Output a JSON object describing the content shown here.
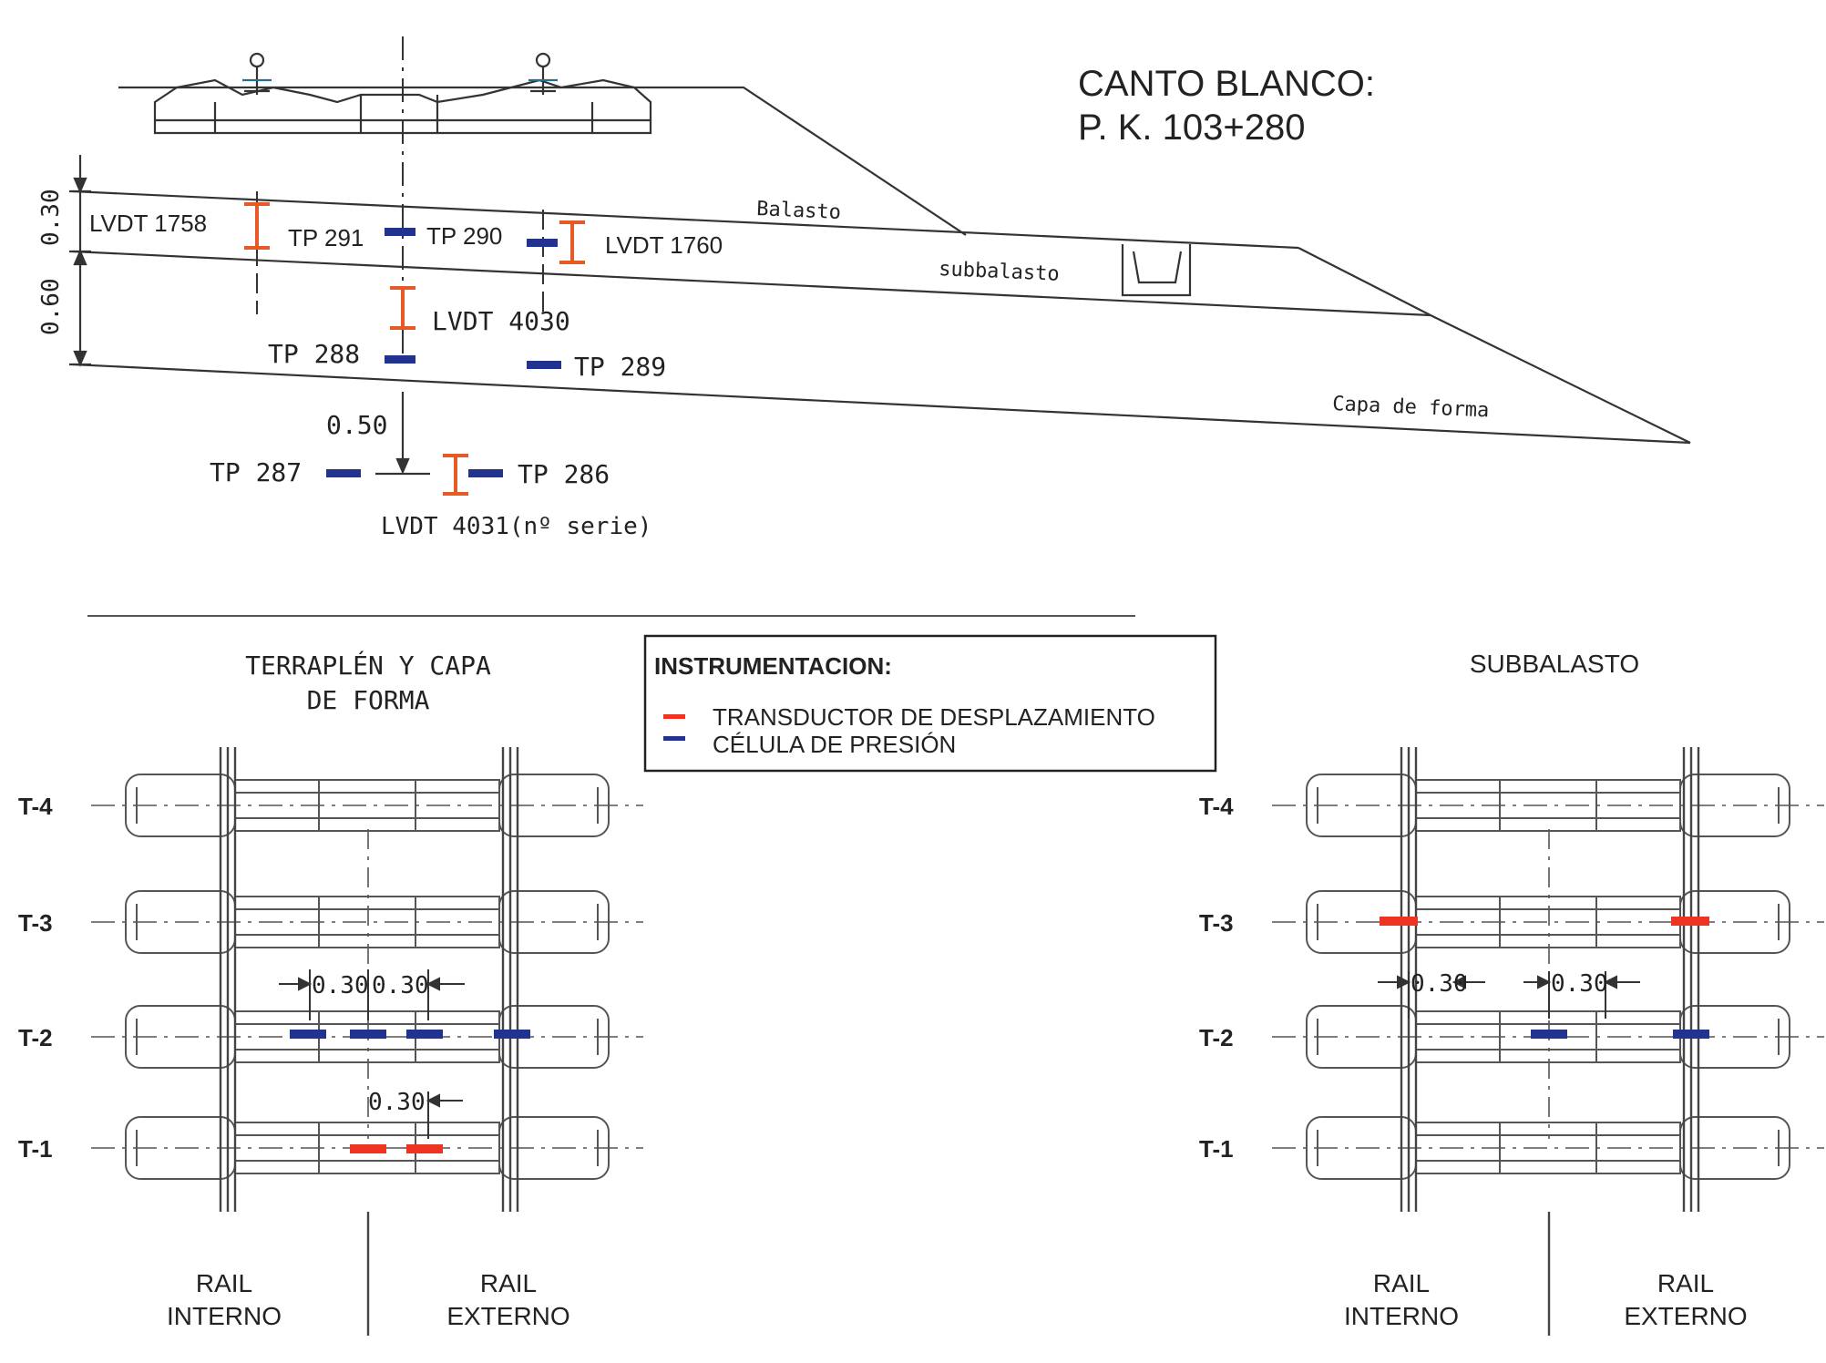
{
  "title": {
    "line1": "CANTO BLANCO:",
    "line2": "P. K. 103+280"
  },
  "colors": {
    "displacement": "#ee3322",
    "pressure": "#22338f",
    "line": "#333333",
    "lvdt": "#e85a25"
  },
  "section": {
    "layers": {
      "balasto": "Balasto",
      "subbalasto": "subbalasto",
      "capa": "Capa de forma"
    },
    "dims": {
      "d030": "0.30",
      "d060": "0.60",
      "d050": "0.50"
    },
    "labels": {
      "lvdt1758": "LVDT 1758",
      "tp291": "TP 291",
      "tp290": "TP 290",
      "lvdt1760": "LVDT 1760",
      "lvdt4030": "LVDT  4030",
      "tp288": "TP  288",
      "tp289": "TP  289",
      "tp287": "TP  287",
      "tp286": "TP  286",
      "lvdt4031": "LVDT  4031(nº  serie)"
    }
  },
  "legend": {
    "title": "INSTRUMENTACION:",
    "items": [
      {
        "label": "TRANSDUCTOR DE DESPLAZAMIENTO",
        "color": "#ee3322"
      },
      {
        "label": "CÉLULA DE PRESIÓN",
        "color": "#22338f"
      }
    ]
  },
  "plan_left": {
    "title_line1": "TERRAPLÉN Y CAPA",
    "title_line2": "DE FORMA",
    "sleepers": [
      "T-4",
      "T-3",
      "T-2",
      "T-1"
    ],
    "dims": [
      "0.30",
      "0.30",
      "0.30"
    ],
    "rail_left": [
      "RAIL",
      "INTERNO"
    ],
    "rail_right": [
      "RAIL",
      "EXTERNO"
    ]
  },
  "plan_right": {
    "title": "SUBBALASTO",
    "sleepers": [
      "T-4",
      "T-3",
      "T-2",
      "T-1"
    ],
    "dims": [
      "0.30",
      "0.30"
    ],
    "rail_left": [
      "RAIL",
      "INTERNO"
    ],
    "rail_right": [
      "RAIL",
      "EXTERNO"
    ]
  }
}
